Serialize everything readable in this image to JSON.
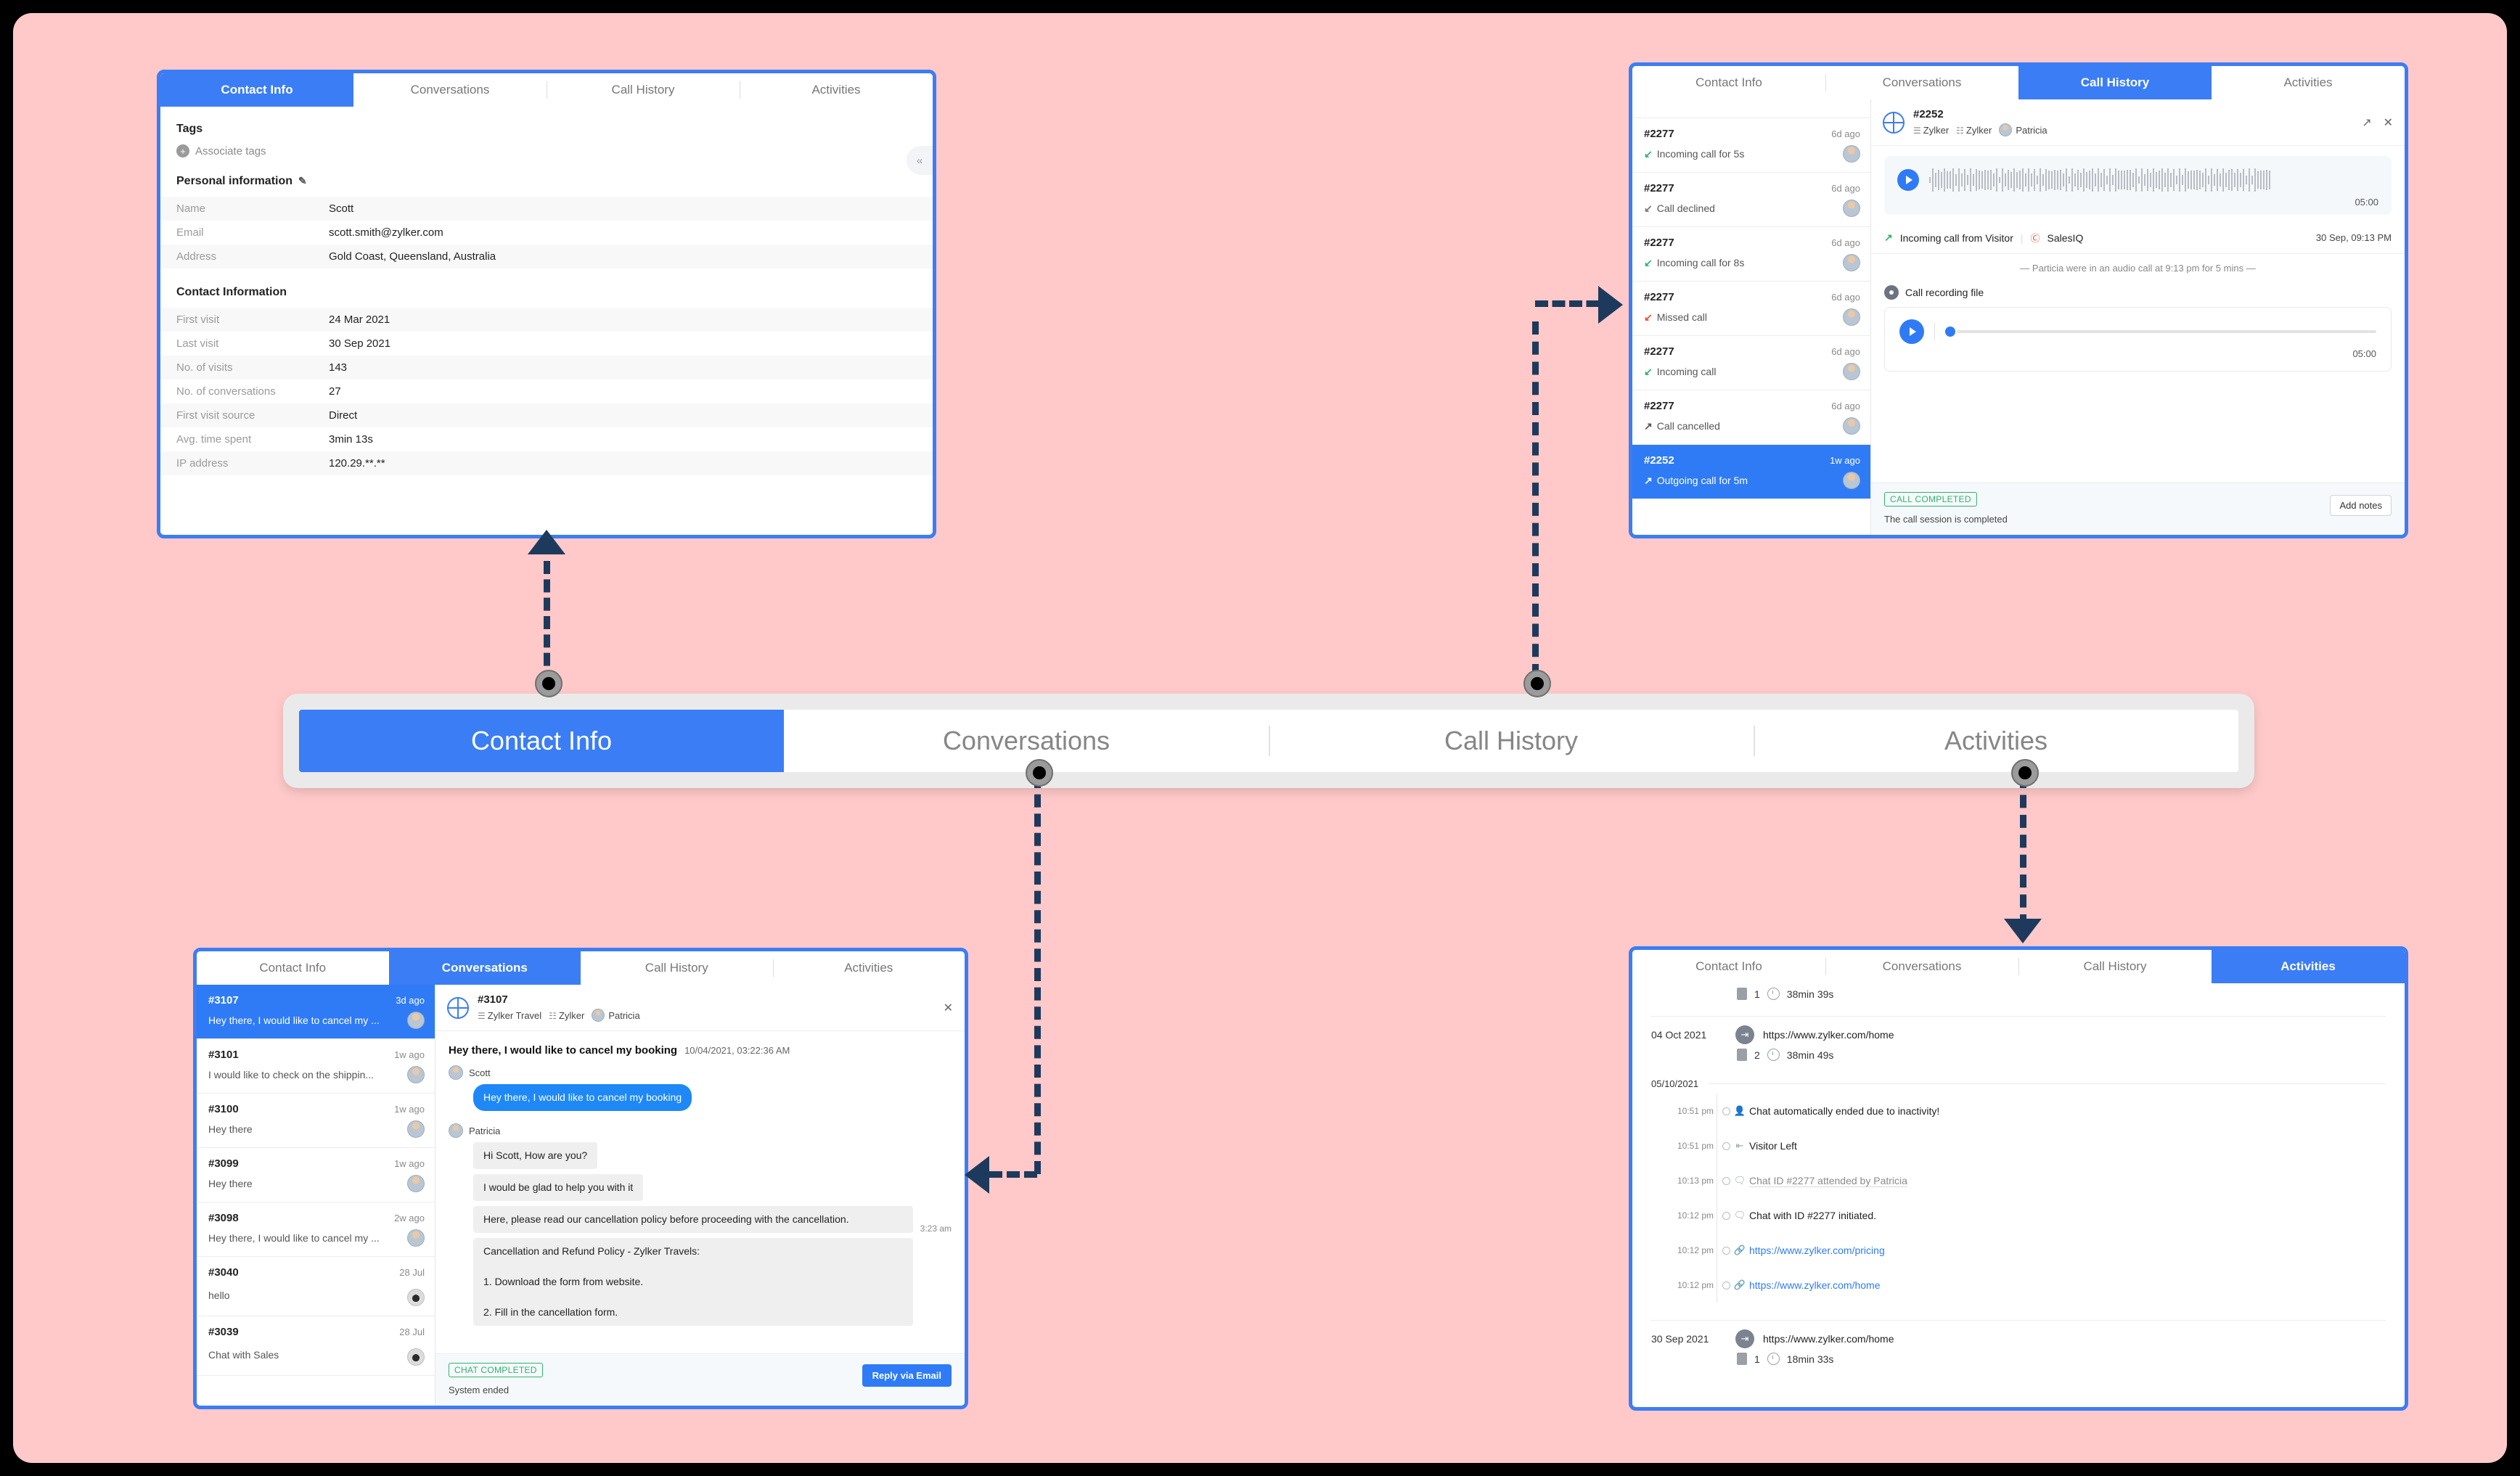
{
  "tabs": [
    "Contact Info",
    "Conversations",
    "Call History",
    "Activities"
  ],
  "center_tabs": {
    "items": [
      {
        "label": "Contact Info",
        "active": true
      },
      {
        "label": "Conversations",
        "active": false
      },
      {
        "label": "Call History",
        "active": false
      },
      {
        "label": "Activities",
        "active": false
      }
    ],
    "accent": "#3B7DF5"
  },
  "contact_info": {
    "active_tab": "Contact Info",
    "tags_heading": "Tags",
    "associate_tags": "Associate tags",
    "personal_heading": "Personal information",
    "personal_rows": [
      {
        "key": "Name",
        "value": "Scott"
      },
      {
        "key": "Email",
        "value": "scott.smith@zylker.com"
      },
      {
        "key": "Address",
        "value": "Gold Coast, Queensland, Australia"
      }
    ],
    "contact_heading": "Contact Information",
    "contact_rows": [
      {
        "key": "First visit",
        "value": "24 Mar 2021"
      },
      {
        "key": "Last visit",
        "value": "30 Sep 2021"
      },
      {
        "key": "No. of visits",
        "value": "143"
      },
      {
        "key": "No. of conversations",
        "value": "27"
      },
      {
        "key": "First visit source",
        "value": "Direct"
      },
      {
        "key": "Avg. time spent",
        "value": "3min 13s"
      },
      {
        "key": "IP address",
        "value": "120.29.**.**"
      }
    ],
    "collapse_icon": "«"
  },
  "call_history": {
    "active_tab": "Call History",
    "list": [
      {
        "id": "#2277",
        "ago": "6d ago",
        "text": "Incoming call for 5s",
        "dir": "in",
        "sel": false
      },
      {
        "id": "#2277",
        "ago": "6d ago",
        "text": "Call declined",
        "dir": "gray",
        "sel": false
      },
      {
        "id": "#2277",
        "ago": "6d ago",
        "text": "Incoming call for 8s",
        "dir": "in",
        "sel": false
      },
      {
        "id": "#2277",
        "ago": "6d ago",
        "text": "Missed call",
        "dir": "miss",
        "sel": false
      },
      {
        "id": "#2277",
        "ago": "6d ago",
        "text": "Incoming call",
        "dir": "in",
        "sel": false
      },
      {
        "id": "#2277",
        "ago": "6d ago",
        "text": "Call cancelled",
        "dir": "out",
        "sel": false
      },
      {
        "id": "#2252",
        "ago": "1w ago",
        "text": "Outgoing call for 5m",
        "dir": "out",
        "sel": true
      }
    ],
    "detail": {
      "id": "#2252",
      "dept": "Zylker",
      "org": "Zylker",
      "agent": "Patricia",
      "wave_duration": "05:00",
      "call_type": "Incoming call from Visitor",
      "source": "SalesIQ",
      "when": "30 Sep, 09:13 PM",
      "note": "—  Particia were in an audio call at 9:13 pm for 5 mins  —",
      "recording_label": "Call recording file",
      "player_duration": "05:00",
      "status_badge": "CALL COMPLETED",
      "status_text": "The call session is completed",
      "add_notes": "Add notes"
    }
  },
  "conversations": {
    "active_tab": "Conversations",
    "list": [
      {
        "id": "#3107",
        "ago": "3d ago",
        "text": "Hey there, I would like to cancel my ...",
        "avatar": "person",
        "sel": true
      },
      {
        "id": "#3101",
        "ago": "1w ago",
        "text": "I would like to check on the shippin...",
        "avatar": "person",
        "sel": false
      },
      {
        "id": "#3100",
        "ago": "1w ago",
        "text": "Hey there",
        "avatar": "person",
        "sel": false
      },
      {
        "id": "#3099",
        "ago": "1w ago",
        "text": "Hey there",
        "avatar": "person",
        "sel": false
      },
      {
        "id": "#3098",
        "ago": "2w ago",
        "text": "Hey there, I would like to cancel my ...",
        "avatar": "person",
        "sel": false
      },
      {
        "id": "#3040",
        "ago": "28 Jul",
        "text": "hello",
        "avatar": "bot",
        "sel": false
      },
      {
        "id": "#3039",
        "ago": "28 Jul",
        "text": "Chat with Sales",
        "avatar": "bot",
        "sel": false
      }
    ],
    "detail": {
      "id": "#3107",
      "brand": "Zylker Travel",
      "org": "Zylker",
      "agent": "Patricia",
      "subject": "Hey there, I would like to cancel my booking",
      "subject_ts": "10/04/2021, 03:22:36 AM",
      "visitor_name": "Scott",
      "visitor_msg": "Hey there, I would like to cancel my booking",
      "agent_name": "Patricia",
      "agent_msgs": [
        "Hi Scott, How are you?",
        "I would be glad to help you with it",
        "Here, please read our cancellation policy before proceeding with the cancellation.",
        "Cancellation and Refund Policy - Zylker Travels:\n\n1. Download the form from website.\n\n2. Fill in the cancellation form."
      ],
      "msg_time": "3:23 am",
      "status_badge": "CHAT COMPLETED",
      "status_text": "System ended",
      "reply_button": "Reply via Email"
    }
  },
  "activities": {
    "active_tab": "Activities",
    "top_summary": {
      "pages": "1",
      "duration": "38min 39s"
    },
    "entries": [
      {
        "date": "04 Oct 2021",
        "url": "https://www.zylker.com/home",
        "pages": "2",
        "duration": "38min 49s"
      }
    ],
    "day_group": "05/10/2021",
    "timeline": [
      {
        "time": "10:51 pm",
        "icon": "user-icon",
        "text": "Chat automatically ended due to inactivity!",
        "style": "normal"
      },
      {
        "time": "10:51 pm",
        "icon": "exit-icon",
        "text": "Visitor Left",
        "style": "normal"
      },
      {
        "time": "10:13 pm",
        "icon": "chat-icon",
        "text": "Chat ID #2277 attended by Patricia",
        "style": "muted"
      },
      {
        "time": "10:12 pm",
        "icon": "chat-icon",
        "text": "Chat with ID #2277 initiated.",
        "style": "normal"
      },
      {
        "time": "10:12 pm",
        "icon": "link-icon",
        "text": "https://www.zylker.com/pricing",
        "style": "link"
      },
      {
        "time": "10:12 pm",
        "icon": "link-icon",
        "text": "https://www.zylker.com/home",
        "style": "link"
      }
    ],
    "bottom_entry": {
      "date": "30 Sep 2021",
      "url": "https://www.zylker.com/home",
      "pages": "1",
      "duration": "18min 33s"
    }
  }
}
